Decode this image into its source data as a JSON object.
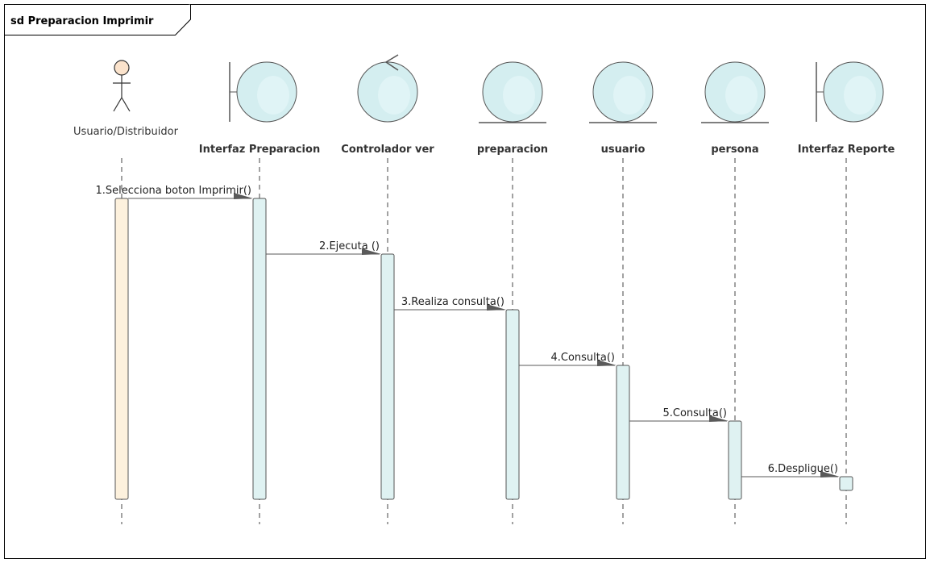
{
  "frame": {
    "title": "sd Preparacion Imprimir"
  },
  "colors": {
    "border": "#000000",
    "ball_fill": "#d4eef0",
    "ball_stroke": "#555555",
    "activation_fill": "#dff2f2",
    "actor_activation_fill": "#fdf1dd",
    "actor_head_fill": "#fbe3cc",
    "arrow": "#5a5a5a",
    "lifeline": "#444444"
  },
  "participants": [
    {
      "id": "p1",
      "label": "Usuario/Distribuidor",
      "kind": "actor",
      "icon": "actor-icon"
    },
    {
      "id": "p2",
      "label": "Interfaz Preparacion",
      "kind": "boundary",
      "icon": "boundary-icon"
    },
    {
      "id": "p3",
      "label": "Controlador ver",
      "kind": "control",
      "icon": "control-icon"
    },
    {
      "id": "p4",
      "label": "preparacion",
      "kind": "entity",
      "icon": "entity-icon"
    },
    {
      "id": "p5",
      "label": "usuario",
      "kind": "entity",
      "icon": "entity-icon"
    },
    {
      "id": "p6",
      "label": "persona",
      "kind": "entity",
      "icon": "entity-icon"
    },
    {
      "id": "p7",
      "label": "Interfaz Reporte",
      "kind": "boundary",
      "icon": "boundary-icon"
    }
  ],
  "messages": [
    {
      "from": "p1",
      "to": "p2",
      "label": "1.Selecciona boton Imprimir()"
    },
    {
      "from": "p2",
      "to": "p3",
      "label": "2.Ejecuta ()"
    },
    {
      "from": "p3",
      "to": "p4",
      "label": "3.Realiza consulta()"
    },
    {
      "from": "p4",
      "to": "p5",
      "label": "4.Consulta()"
    },
    {
      "from": "p5",
      "to": "p6",
      "label": "5.Consulta()"
    },
    {
      "from": "p6",
      "to": "p7",
      "label": "6.Despligue()"
    }
  ]
}
